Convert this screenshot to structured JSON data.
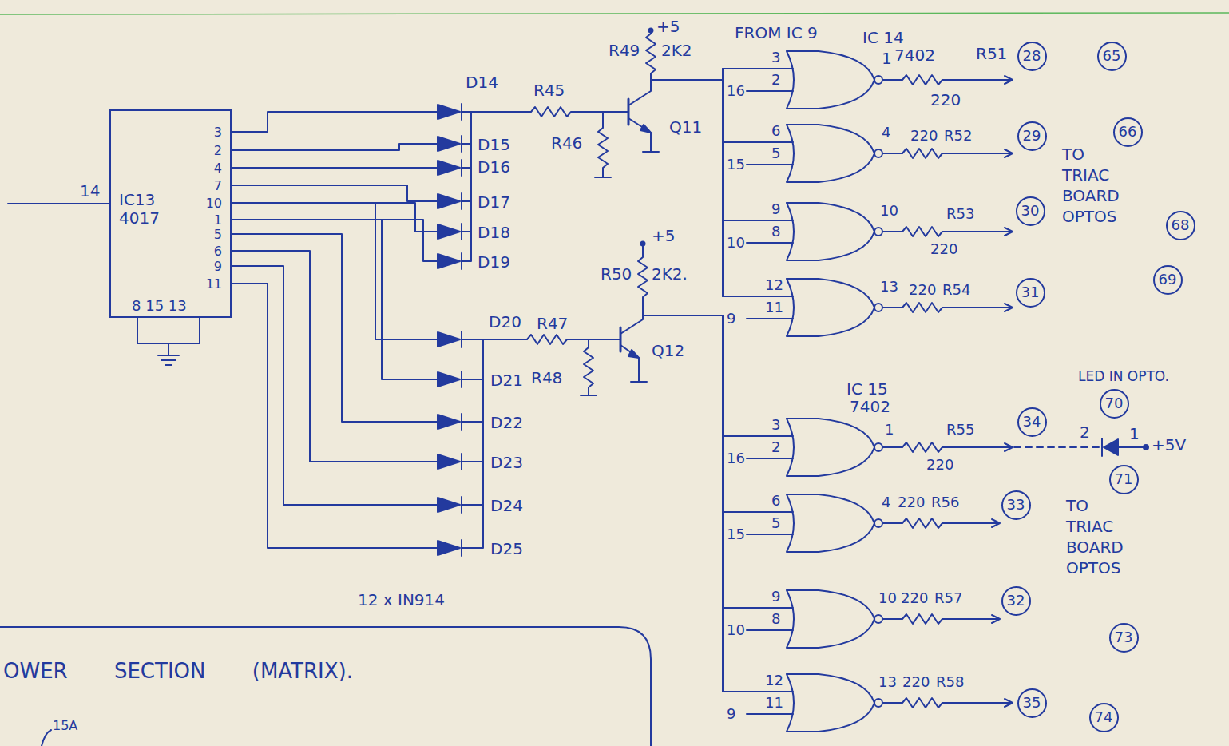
{
  "diagram": {
    "nodes": [
      {
        "text": [
          "IC13 4017",
          "3",
          "2",
          "4",
          "7",
          "10",
          "1",
          "5",
          "6",
          "9",
          "11",
          "8 15 13"
        ]
      },
      {
        "text": [
          "28"
        ]
      },
      {
        "text": [
          "65"
        ]
      },
      {
        "text": [
          "29"
        ]
      },
      {
        "text": [
          "66"
        ]
      },
      {
        "text": [
          "30"
        ]
      },
      {
        "text": [
          "68"
        ]
      },
      {
        "text": [
          "31"
        ]
      },
      {
        "text": [
          "69"
        ]
      },
      {
        "text": [
          "70"
        ]
      },
      {
        "text": [
          "34"
        ]
      },
      {
        "text": [
          "71"
        ]
      },
      {
        "text": [
          "33"
        ]
      },
      {
        "text": [
          "32"
        ]
      },
      {
        "text": [
          "73"
        ]
      },
      {
        "text": [
          "35"
        ]
      },
      {
        "text": [
          "74"
        ]
      }
    ],
    "labels": [
      "14",
      "D14",
      "R45",
      "+5",
      "R49",
      "2K2",
      "FROM IC 9",
      "IC 14",
      "1",
      "7402",
      "R51",
      "220",
      "Q11",
      "R46",
      "D15",
      "D16",
      "D17",
      "D18",
      "D19",
      "R47",
      "+5",
      "R50",
      "2K2.",
      "Q12",
      "R48",
      "D20",
      "D21",
      "D22",
      "D23",
      "D24",
      "D25",
      "12 x IN914",
      "3",
      "2",
      "16",
      "6",
      "5",
      "15",
      "4",
      "220",
      "R52",
      "9",
      "8",
      "10",
      "10",
      "R53",
      "220",
      "12",
      "11",
      "9",
      "13",
      "220",
      "R54",
      "TO TRIAC BOARD OPTOS",
      "IC 15",
      "7402",
      "3",
      "2",
      "16",
      "1",
      "R55",
      "220",
      "2",
      "1",
      "LED IN OPTO.",
      "+5V",
      "TO TRIAC BOARD OPTOS",
      "6",
      "5",
      "15",
      "4",
      "220",
      "R56",
      "9",
      "8",
      "10",
      "10",
      "220",
      "R57",
      "12",
      "11",
      "9",
      "13",
      "220",
      "R58",
      "OWER SECTION (MATRIX).",
      "15A"
    ]
  }
}
